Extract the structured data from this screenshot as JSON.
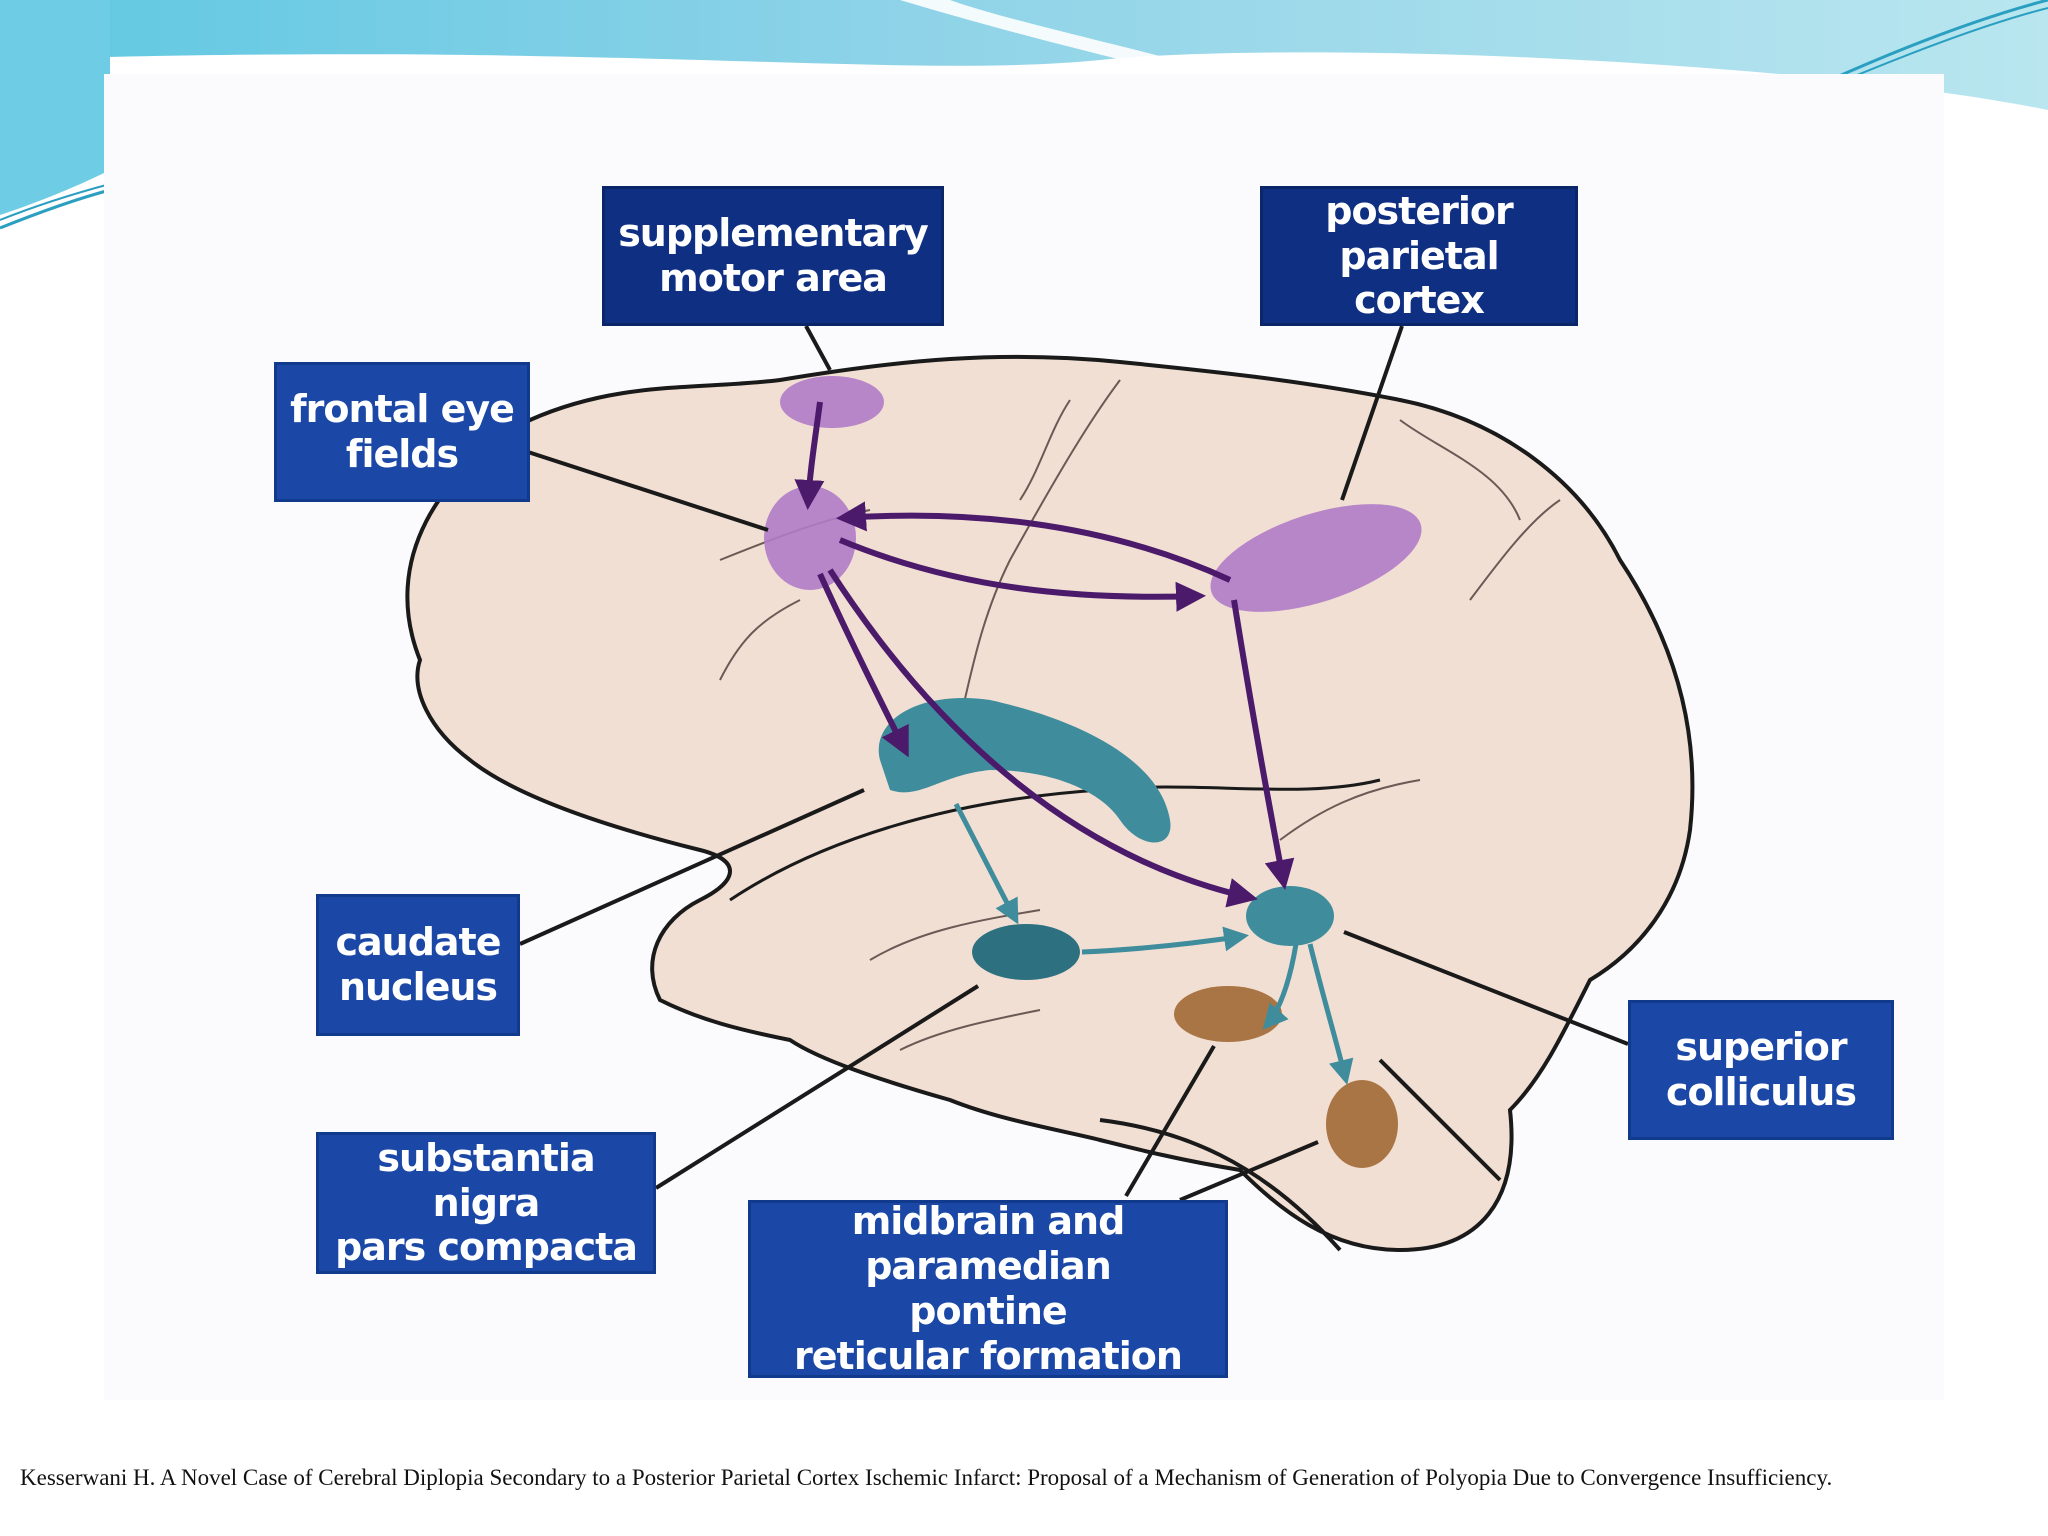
{
  "theme": {
    "accent_teal": "#7fd3e6",
    "accent_dark_teal": "#2a9fc1",
    "label_blue": "#1b47a6",
    "label_dark_blue": "#0f2f82",
    "brain_fill": "#f1dfd3",
    "purple_region": "#b07cc6",
    "teal_region": "#3f8c9c",
    "brown_region": "#a97545",
    "arrow_purple": "#4b1a6b",
    "arrow_teal": "#3f8c9c"
  },
  "labels": {
    "supplementary_motor_area": "supplementary\nmotor area",
    "posterior_parietal_cortex": "posterior\nparietal cortex",
    "frontal_eye_fields": "frontal eye\nfields",
    "caudate_nucleus": "caudate\nnucleus",
    "substantia_nigra": "substantia nigra\npars compacta",
    "midbrain_pontine": "midbrain and paramedian\npontine\nreticular formation",
    "superior_colliculus": "superior\ncolliculus"
  },
  "caption": "Kesserwani H. A Novel Case of Cerebral Diplopia Secondary to a Posterior Parietal Cortex Ischemic Infarct: Proposal of a Mechanism of Generation of Polyopia Due to Convergence Insufficiency."
}
